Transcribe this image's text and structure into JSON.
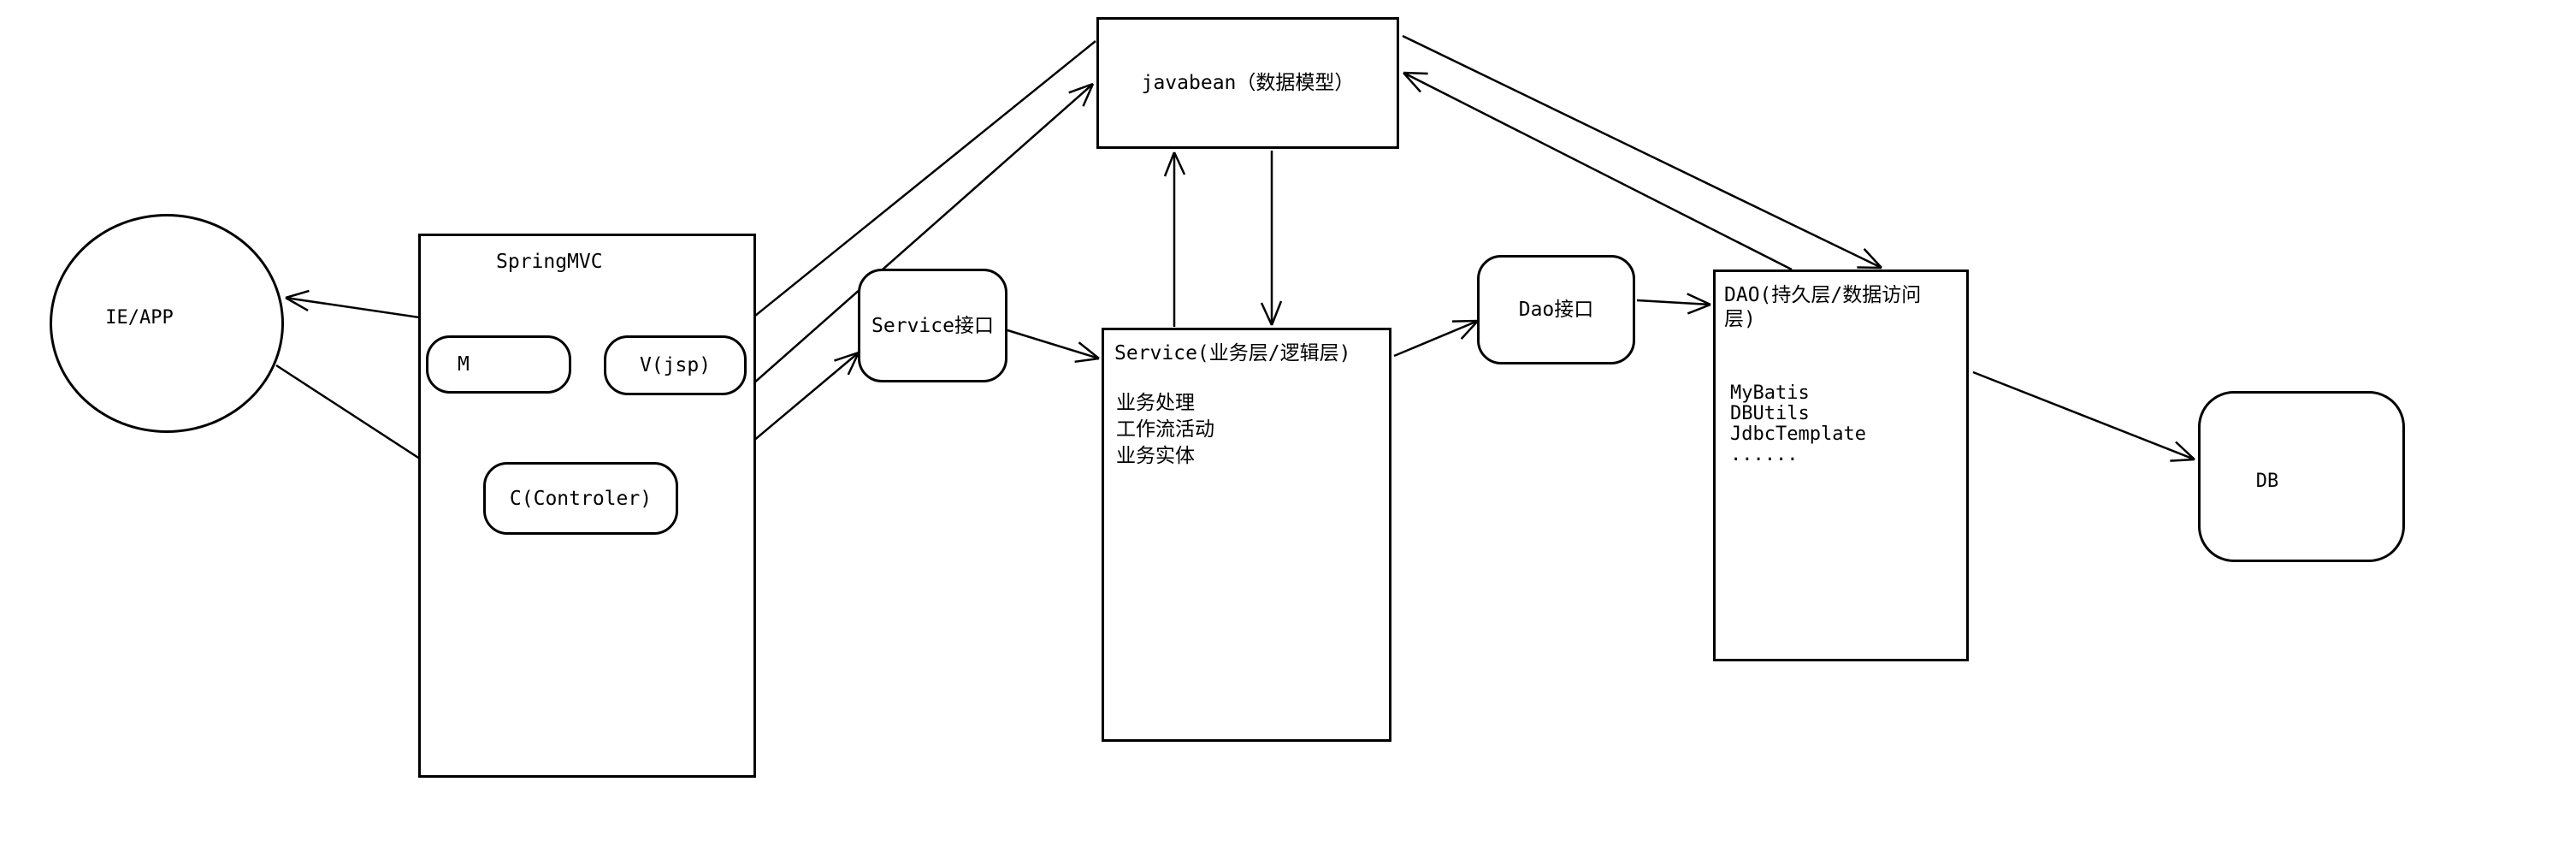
{
  "colors": {
    "background": "#ffffff",
    "line": "#000000"
  },
  "nodes": {
    "client": {
      "label": "IE/APP"
    },
    "springmvc": {
      "title": "SpringMVC"
    },
    "model": {
      "label": "M"
    },
    "view": {
      "label": "V(jsp)"
    },
    "controller": {
      "label": "C(Controler)"
    },
    "javabean": {
      "label": "javabean（数据模型）"
    },
    "service_interface": {
      "label": "Service接口"
    },
    "service_box": {
      "title": "Service(业务层/逻辑层)",
      "items": [
        "业务处理",
        "工作流活动",
        "业务实体"
      ]
    },
    "dao_interface": {
      "label": "Dao接口"
    },
    "dao_box": {
      "title": "DAO(持久层/数据访问层)",
      "items": [
        "MyBatis",
        "DBUtils",
        "JdbcTemplate",
        "......"
      ]
    },
    "db": {
      "label": "DB"
    }
  },
  "edges": [
    {
      "from": "view",
      "to": "client"
    },
    {
      "from": "client",
      "to": "controller"
    },
    {
      "from": "controller",
      "to": "view"
    },
    {
      "from": "javabean",
      "to": "controller"
    },
    {
      "from": "controller",
      "to": "javabean"
    },
    {
      "from": "controller",
      "to": "service_interface"
    },
    {
      "from": "service_interface",
      "to": "service_box"
    },
    {
      "from": "service_box",
      "to": "javabean"
    },
    {
      "from": "javabean",
      "to": "service_box"
    },
    {
      "from": "service_box",
      "to": "dao_interface"
    },
    {
      "from": "dao_interface",
      "to": "dao_box"
    },
    {
      "from": "javabean",
      "to": "dao_box"
    },
    {
      "from": "dao_box",
      "to": "javabean"
    },
    {
      "from": "dao_box",
      "to": "db"
    }
  ]
}
